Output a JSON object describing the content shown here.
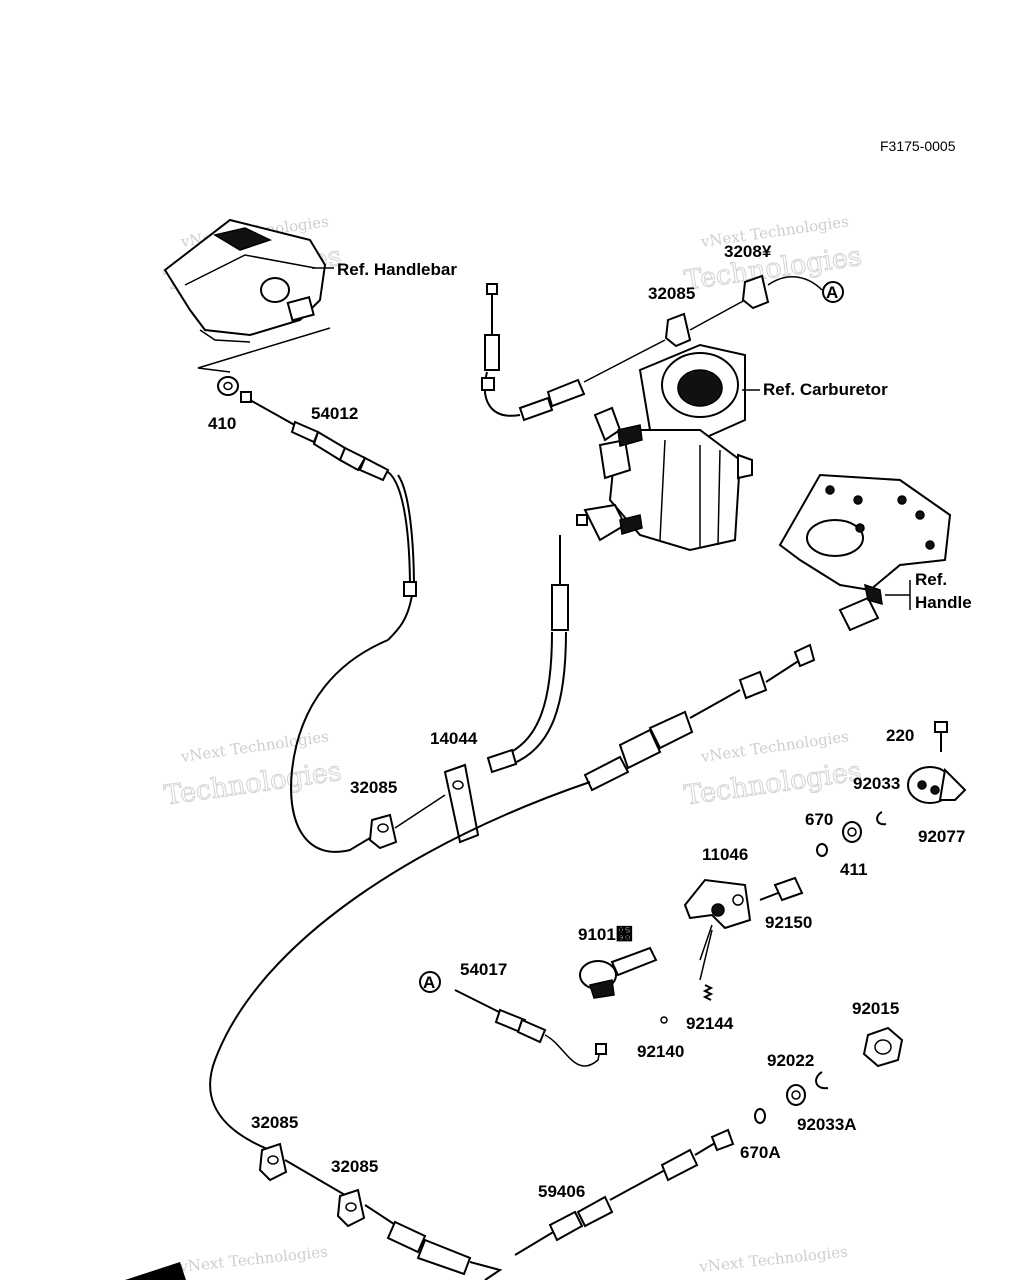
{
  "figure_code": "F3175-0005",
  "watermark": {
    "line1": "vNext Technologies",
    "line2": "Technologies",
    "line3": "vNext"
  },
  "refs": {
    "handlebar": "Ref. Handlebar",
    "carburetor": "Ref. Carburetor",
    "handle_1": "Ref.",
    "handle_2": "Handle"
  },
  "connector_mark": "A",
  "parts": {
    "p410": "410",
    "p54012": "54012",
    "p32085_a": "3208¥",
    "p32085_b": "32085",
    "p32085_c": "32085",
    "p32085_d": "32085",
    "p32085_e": "32085",
    "p14044": "14044",
    "p220": "220",
    "p92033": "92033",
    "p92077": "92077",
    "p670": "670",
    "p411": "411",
    "p11046": "11046",
    "p92150": "92150",
    "p59101": "֐9101",
    "p54017": "54017",
    "p92144": "92144",
    "p92140": "92140",
    "p92015": "92015",
    "p92022": "92022",
    "p92033A": "92033A",
    "p670A": "670A",
    "p59406": "59406"
  }
}
